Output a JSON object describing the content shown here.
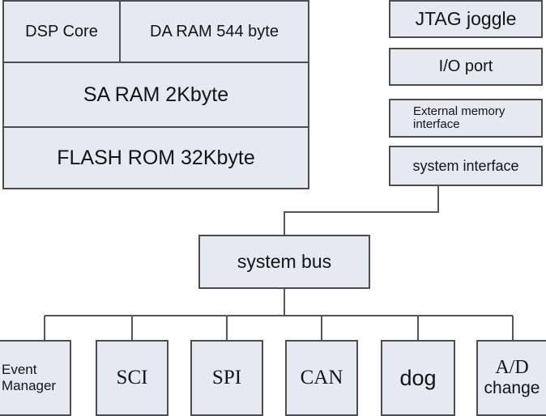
{
  "memory_block": {
    "dsp_core": "DSP Core",
    "da_ram": "DA RAM 544 byte",
    "sa_ram": "SA RAM 2Kbyte",
    "flash_rom": "FLASH ROM 32Kbyte"
  },
  "right_column": {
    "jtag": "JTAG joggle",
    "io_port": "I/O port",
    "ext_mem_line1": "External memory",
    "ext_mem_line2": "interface",
    "system_interface": "system interface"
  },
  "bus": {
    "label": "system bus"
  },
  "peripherals": {
    "event_manager_line1": "Event",
    "event_manager_line2": "Manager",
    "sci": "SCI",
    "spi": "SPI",
    "can": "CAN",
    "dog": "dog",
    "ad_line1": "A/D",
    "ad_line2": "change"
  }
}
